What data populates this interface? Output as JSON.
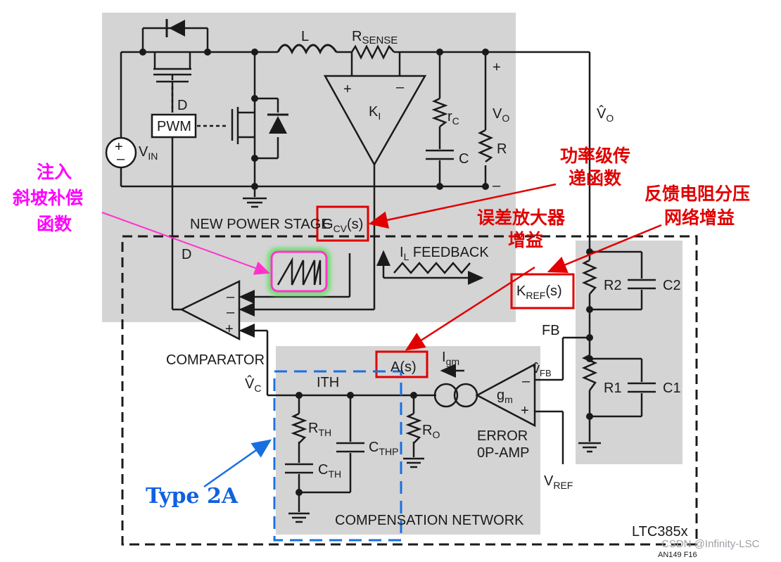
{
  "diagram": {
    "labels": {
      "inductor": "L",
      "rsense": "R",
      "rsense_sub": "SENSE",
      "plus_out": "+",
      "minus_out": "–",
      "ki": "K",
      "ki_sub": "I",
      "vo_hat": "V̂",
      "vo_hat_sub": "O",
      "vo": "V",
      "vo_sub": "O",
      "rc": "r",
      "rc_sub": "C",
      "cap_c": "C",
      "res_r": "R",
      "d_top": "D",
      "pwm": "PWM",
      "vin": "V",
      "vin_sub": "IN",
      "new_power_stage": "NEW POWER STAGE",
      "gcv": "G",
      "gcv_sub": "CV",
      "gcv_tail": "(s)",
      "il_feedback": "I",
      "il_feedback_sub": "L",
      "il_feedback_tail": " FEEDBACK",
      "kref": "K",
      "kref_sub": "REF",
      "kref_tail": "(s)",
      "r2": "R2",
      "c2": "C2",
      "fb": "FB",
      "r1": "R1",
      "c1": "C1",
      "d_left": "D",
      "comparator": "COMPARATOR",
      "vc": "V̂",
      "vc_sub": "C",
      "ith": "ITH",
      "as": "A(s)",
      "igm": "I",
      "igm_sub": "gm",
      "gm": "g",
      "gm_sub": "m",
      "vfb": "v̂",
      "vfb_sub": "FB",
      "rth": "R",
      "rth_sub": "TH",
      "cthp": "C",
      "cthp_sub": "THP",
      "cth": "C",
      "cth_sub": "TH",
      "ro": "R",
      "ro_sub": "O",
      "error_amp_1": "ERROR",
      "error_amp_2": "0P-AMP",
      "vref": "V",
      "vref_sub": "REF",
      "comp_network": "COMPENSATION NETWORK",
      "ltc": "LTC385x",
      "fig_id": "AN149 F16"
    },
    "annotations": {
      "power_stage_tf_1": "功率级传",
      "power_stage_tf_2": "递函数",
      "feedback_divider_1": "反馈电阻分压",
      "feedback_divider_2": "网络增益",
      "error_amp_gain_1": "误差放大器",
      "error_amp_gain_2": "增益",
      "slope_comp_1": "注入",
      "slope_comp_2": "斜坡补偿",
      "slope_comp_3": "函数",
      "type2a": "Type 2A"
    },
    "watermark": "CSDN @Infinity-LSC"
  },
  "colors": {
    "panel_gray": "#d4d4d4",
    "line": "#1a1a1a",
    "red": "#e00000",
    "pink": "#ff33cc",
    "blue": "#1a6fe0",
    "green_glow": "#6de06d"
  }
}
